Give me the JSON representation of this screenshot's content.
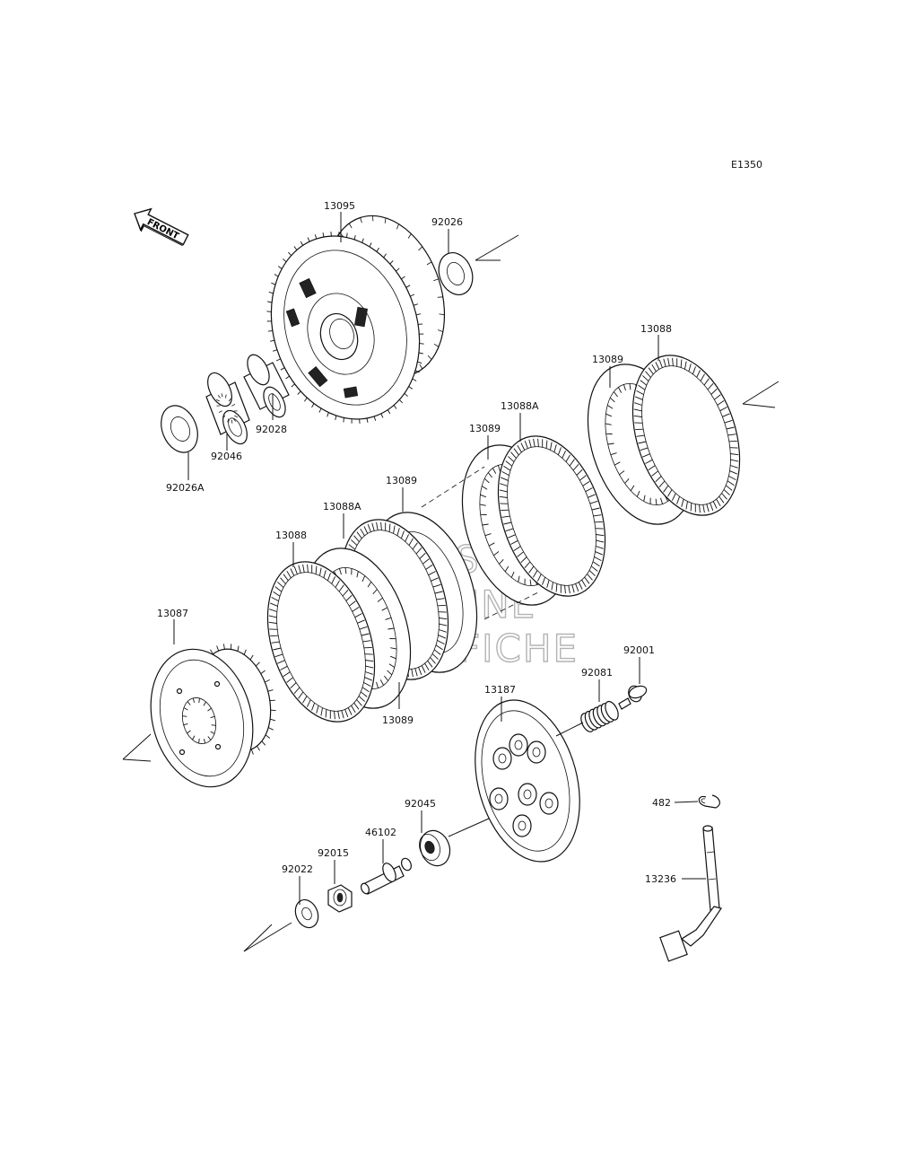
{
  "diagram_id": "E1350",
  "front_marker": "FRONT",
  "watermark": [
    "HLSM",
    "ONLINE",
    "MOTOFICHE"
  ],
  "labels": {
    "p13095": "13095",
    "p92026": "92026",
    "p92028": "92028",
    "p92046": "92046",
    "p92026A": "92026A",
    "p13088_top": "13088",
    "p13089_top": "13089",
    "p13088A_mid": "13088A",
    "p13089_mid": "13089",
    "p13089_a": "13089",
    "p13088A_a": "13088A",
    "p13088_left": "13088",
    "p13087": "13087",
    "p13089_bottom": "13089",
    "p13187": "13187",
    "p92001": "92001",
    "p92081": "92081",
    "p92045": "92045",
    "p46102": "46102",
    "p92015": "92015",
    "p92022": "92022",
    "p482": "482",
    "p13236": "13236"
  }
}
